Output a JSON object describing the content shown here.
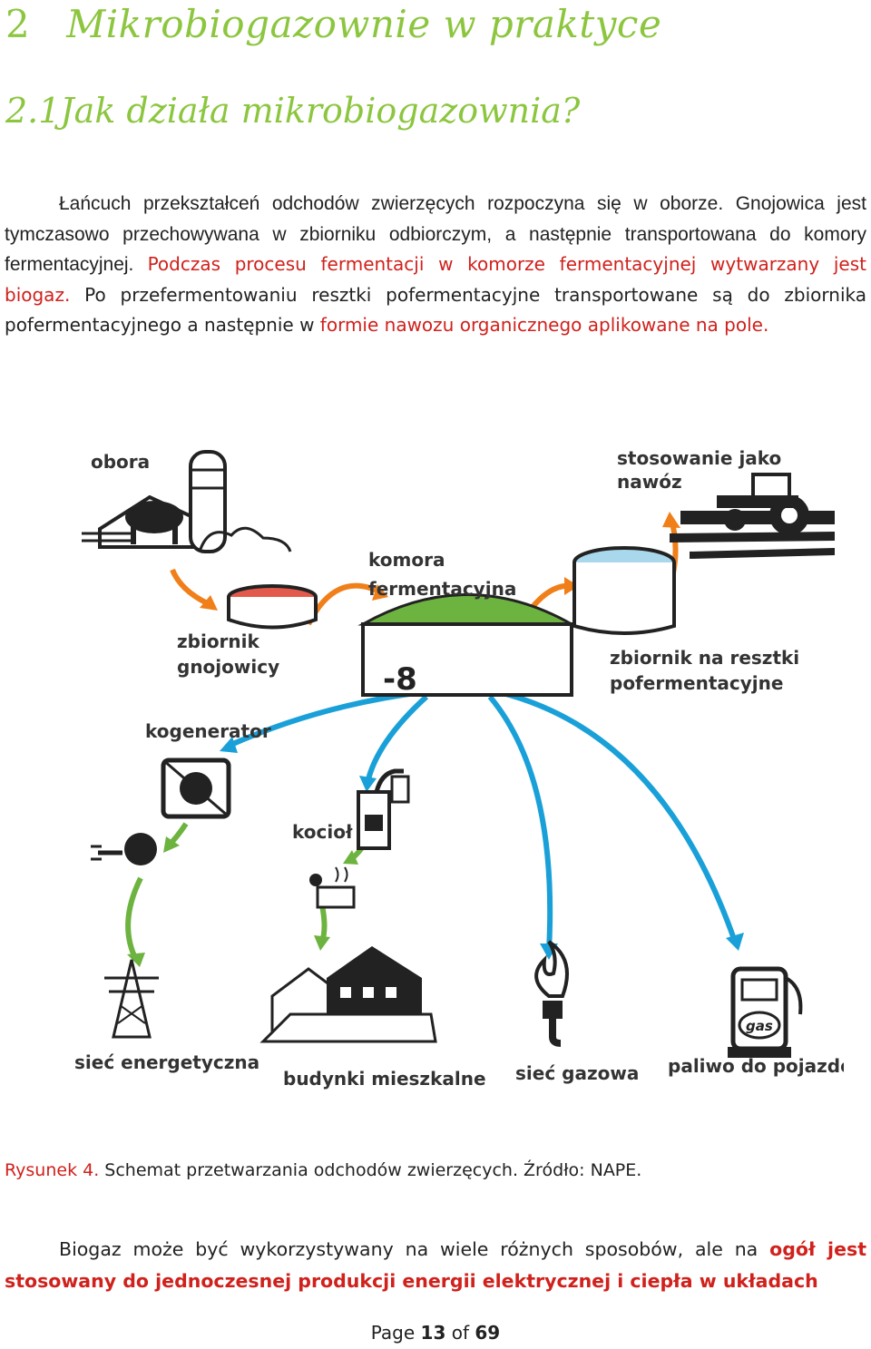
{
  "heading": {
    "number": "2",
    "title": "Mikrobiogazownie w praktyce"
  },
  "subheading": {
    "title": "2.1Jak działa mikrobiogazownia?"
  },
  "paragraph1": {
    "s1": "Łańcuch przekształceń odchodów zwierzęcych rozpoczyna się w oborze. Gnojowica jest tymczasowo przechowywana w zbiorniku odbiorczym, a następnie transportowana do komory fermentacyjnej. ",
    "s2": "Podczas procesu fermentacji w komorze fermentacyjnej wytwarzany jest biogaz.",
    "s3": " Po przefermentowaniu resztki pofermentacyjne transportowane są do zbiornika pofermentacyjnego a następnie w ",
    "s4": "formie nawozu organicznego aplikowane na pole."
  },
  "diagram": {
    "labels": {
      "obora": "obora",
      "nawoz1": "stosowanie jako",
      "nawoz2": "nawóz",
      "komora1": "komora",
      "komora2": "fermentacyjna",
      "zbiornik1": "zbiornik",
      "zbiornik2": "gnojowicy",
      "reszt1": "zbiornik na resztki",
      "reszt2": "pofermentacyjne",
      "kogen": "kogenerator",
      "kociol": "kocioł",
      "siec_en": "sieć energetyczna",
      "budynki": "budynki mieszkalne",
      "siec_gaz": "sieć gazowa",
      "paliwo": "paliwo do pojazdów",
      "gas": "gas"
    },
    "colors": {
      "green": "#6db33f",
      "orange": "#f07f1a",
      "blue": "#1aa0d8",
      "dark": "#222222"
    }
  },
  "caption": {
    "prefix": "Rysunek 4.",
    "text": " Schemat przetwarzania odchodów zwierzęcych. Źródło: NAPE."
  },
  "paragraph2": {
    "s1": "Biogaz może być wykorzystywany na wiele różnych sposobów, ale na ",
    "s2": "ogół jest stosowany do jednoczesnej produkcji energii elektrycznej i ciepła w układach"
  },
  "footer": {
    "page": "Page ",
    "current": "13",
    "of": " of ",
    "total": "69"
  }
}
